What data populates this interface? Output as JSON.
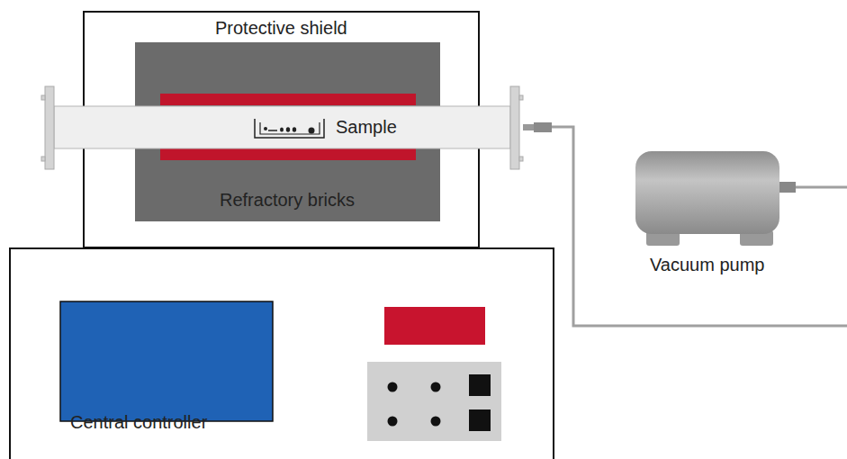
{
  "diagram": {
    "nodes": [
      {
        "text": [
          "Protective shield"
        ]
      },
      {
        "text": [
          "Refractory bricks"
        ],
        "in": 0
      },
      {
        "text": [
          "Vacuum pump"
        ]
      },
      {
        "text": [
          "Central controller"
        ]
      }
    ],
    "labels": [
      "Sample"
    ]
  }
}
